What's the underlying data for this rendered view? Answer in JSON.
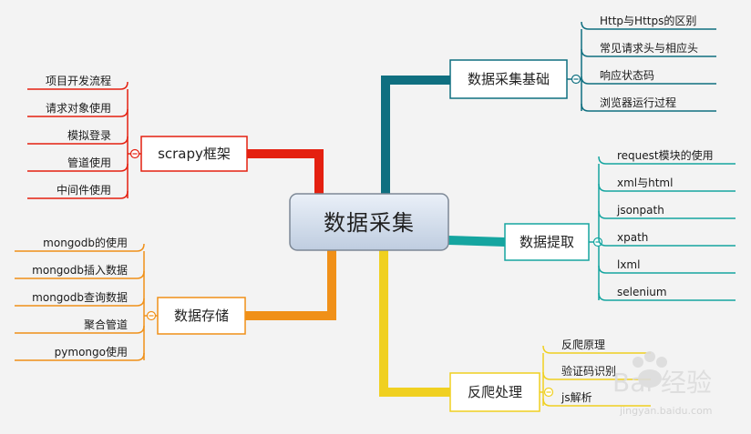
{
  "center": {
    "label": "数据采集"
  },
  "branches": [
    {
      "key": "basics",
      "label": "数据采集基础",
      "color": "#0f6f80",
      "items": [
        "Http与Https的区别",
        "常见请求头与相应头",
        "响应状态码",
        "浏览器运行过程"
      ]
    },
    {
      "key": "extract",
      "label": "数据提取",
      "color": "#15a5a0",
      "items": [
        "request模块的使用",
        "xml与html",
        "jsonpath",
        "xpath",
        "lxml",
        "selenium"
      ]
    },
    {
      "key": "anticrawl",
      "label": "反爬处理",
      "color": "#f0d020",
      "items": [
        "反爬原理",
        "验证码识别",
        "js解析"
      ]
    },
    {
      "key": "scrapy",
      "label": "scrapy框架",
      "color": "#e42010",
      "items": [
        "项目开发流程",
        "请求对象使用",
        "模拟登录",
        "管道使用",
        "中间件使用"
      ]
    },
    {
      "key": "storage",
      "label": "数据存储",
      "color": "#f09018",
      "items": [
        "mongodb的使用",
        "mongodb插入数据",
        "mongodb查询数据",
        "聚合管道",
        "pymongo使用"
      ]
    }
  ],
  "watermark": {
    "text": "Bai 经验",
    "sub": "jingyan.baidu.com"
  }
}
